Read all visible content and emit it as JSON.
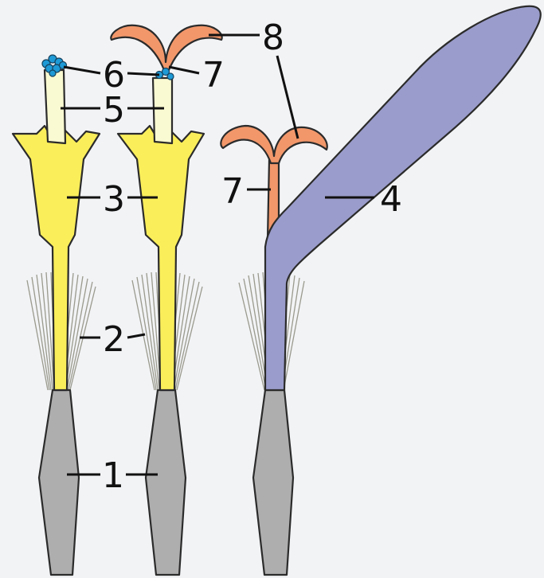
{
  "labels": {
    "ovary": "1",
    "pappus": "2",
    "corolla": "3",
    "ligule": "4",
    "anther_tube": "5",
    "pollen": "6",
    "style": "7",
    "stigma": "8"
  },
  "colors": {
    "background": "#f2f3f5",
    "ovary": "#aeaeae",
    "corolla": "#faee5a",
    "anther_tube": "#fafad2",
    "pollen": "#1e9ad6",
    "style": "#f2976a",
    "ligule": "#9a9ccb",
    "pappus": "#9a9a8e"
  }
}
